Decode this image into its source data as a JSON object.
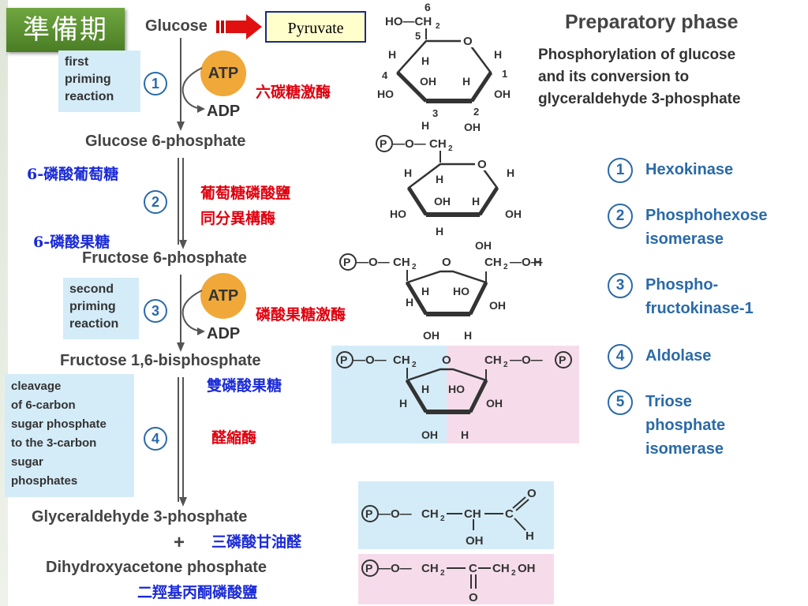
{
  "badge": "準備期",
  "pyruvate": "Pyruvate",
  "heading": "Preparatory phase",
  "subheading": [
    "Phosphorylation of glucose",
    "and its conversion to",
    "glyceraldehyde 3-phosphate"
  ],
  "metabolites": {
    "glucose": "Glucose",
    "g6p": "Glucose 6-phosphate",
    "f6p": "Fructose 6-phosphate",
    "f16bp": "Fructose 1,6-bisphosphate",
    "gap": "Glyceraldehyde 3-phosphate",
    "plus": "+",
    "dhap": "Dihydroxyacetone phosphate"
  },
  "side_boxes": {
    "first": [
      "first",
      "priming",
      "reaction"
    ],
    "second": [
      "second",
      "priming",
      "reaction"
    ],
    "cleavage": [
      "cleavage",
      "of 6-carbon",
      "sugar phosphate",
      "to the 3-carbon",
      "sugar",
      "phosphates"
    ]
  },
  "steps": [
    "1",
    "2",
    "3",
    "4",
    "5"
  ],
  "atp": "ATP",
  "adp": "ADP",
  "chinese": {
    "hexokinase": "六碳糖激酶",
    "g6p": "6-磷酸葡萄糖",
    "isomerase": [
      "葡萄糖磷酸鹽",
      "同分異構酶"
    ],
    "f6p": "6-磷酸果糖",
    "pfk": "磷酸果糖激酶",
    "f16bp": "雙磷酸果糖",
    "aldolase": "醛縮酶",
    "gap": "三磷酸甘油醛",
    "dhap": "二羥基丙酮磷酸鹽"
  },
  "enzymes": [
    {
      "num": "1",
      "name": [
        "Hexokinase"
      ]
    },
    {
      "num": "2",
      "name": [
        "Phosphohexose",
        "isomerase"
      ]
    },
    {
      "num": "3",
      "name": [
        "Phospho-",
        "fructokinase-1"
      ]
    },
    {
      "num": "4",
      "name": [
        "Aldolase"
      ]
    },
    {
      "num": "5",
      "name": [
        "Triose",
        "phosphate",
        "isomerase"
      ]
    }
  ],
  "structure_labels": {
    "P": "P",
    "O": "O",
    "H": "H",
    "OH": "OH",
    "HO": "HO",
    "HOCH2": "HO—CH",
    "sub2": "2",
    "CH2": "CH",
    "CH2OH": "CH",
    "n1": "1",
    "n2": "2",
    "n3": "3",
    "n4": "4",
    "n5": "5",
    "n6": "6",
    "dash_O": "—O—",
    "C": "C",
    "CH": "CH"
  },
  "colors": {
    "badge": "#5a9330",
    "box": "#d4ecf8",
    "pink": "#f6dcea",
    "atp": "#f0a838",
    "enzyme": "#2a6aa8",
    "zh_red": "#e0000e",
    "zh_blue": "#1a2ad8"
  }
}
